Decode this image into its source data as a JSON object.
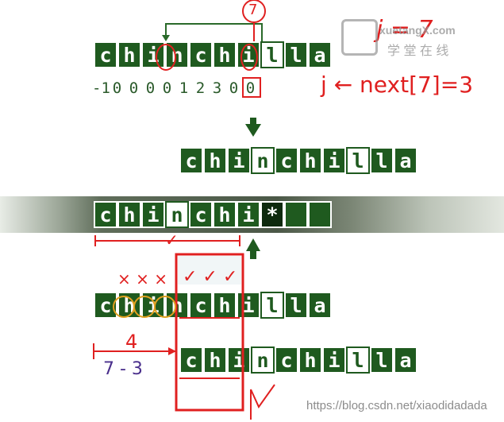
{
  "pattern_top": {
    "cells": [
      "c",
      "h",
      "i",
      "n",
      "c",
      "h",
      "i",
      "l",
      "l",
      "a"
    ],
    "highlight": [
      7
    ]
  },
  "next_values": [
    "-1",
    "0",
    "0",
    "0",
    "0",
    "1",
    "2",
    "3",
    "0",
    "0"
  ],
  "row2": {
    "cells": [
      "c",
      "h",
      "i",
      "n",
      "c",
      "h",
      "i",
      "l",
      "l",
      "a"
    ],
    "highlight": [
      3,
      7
    ]
  },
  "text_row": {
    "cells": [
      "c",
      "h",
      "i",
      "n",
      "c",
      "h",
      "i",
      "*",
      "",
      ""
    ],
    "highlight": [
      3
    ]
  },
  "row4": {
    "cells": [
      "c",
      "h",
      "i",
      "n",
      "c",
      "h",
      "i",
      "l",
      "l",
      "a"
    ],
    "highlight": [
      7
    ]
  },
  "row5": {
    "cells": [
      "c",
      "h",
      "i",
      "n",
      "c",
      "h",
      "i",
      "l",
      "l",
      "a"
    ],
    "highlight": [
      3,
      7
    ]
  },
  "annotations": {
    "circle_seven": "7",
    "j_eq_seven": "j = 7",
    "j_next": "j ← next[7]=3",
    "crosses": "× × ×",
    "checks": "✓ ✓ ✓",
    "four": "4",
    "seven_minus_three": "7 - 3",
    "check_under": "✓",
    "check_below": "✓",
    "arrow_up": "↑"
  },
  "watermark": {
    "brand": "xuetangX.com",
    "cn": "学 堂 在 线",
    "url": "https://blog.csdn.net/xiaodidadada"
  }
}
